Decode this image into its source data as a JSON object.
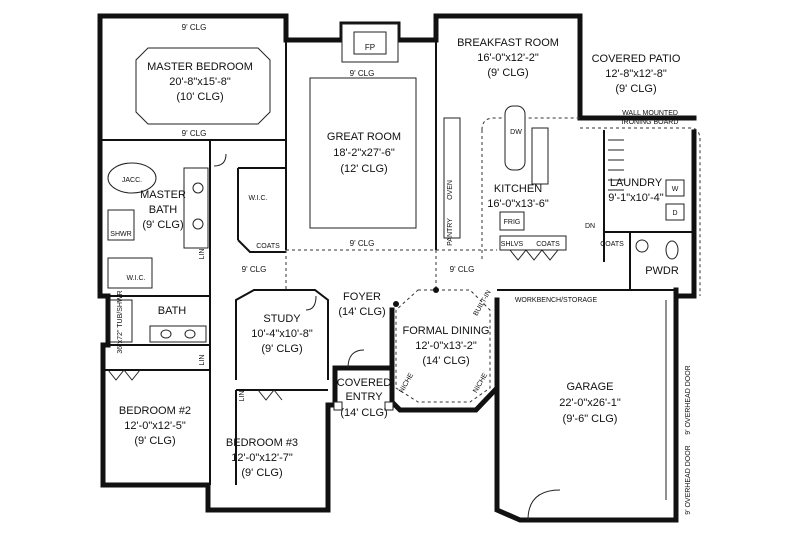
{
  "rooms": {
    "master_bedroom": {
      "name": "MASTER BEDROOM",
      "size": "20'-8\"x15'-8\"",
      "clg": "(10' CLG)"
    },
    "great_room": {
      "name": "GREAT ROOM",
      "size": "18'-2\"x27'-6\"",
      "clg": "(12' CLG)"
    },
    "breakfast_room": {
      "name": "BREAKFAST ROOM",
      "size": "16'-0\"x12'-2\"",
      "clg": "(9' CLG)"
    },
    "covered_patio": {
      "name": "COVERED PATIO",
      "size": "12'-8\"x12'-8\"",
      "clg": "(9' CLG)"
    },
    "master_bath": {
      "name": "MASTER",
      "name2": "BATH",
      "clg": "(9' CLG)"
    },
    "kitchen": {
      "name": "KITCHEN",
      "size": "16'-0\"x13'-6\""
    },
    "laundry": {
      "name": "LAUNDRY",
      "size": "9'-1\"x10'-4\""
    },
    "study": {
      "name": "STUDY",
      "size": "10'-4\"x10'-8\"",
      "clg": "(9' CLG)"
    },
    "foyer": {
      "name": "FOYER",
      "clg": "(14' CLG)"
    },
    "formal_dining": {
      "name": "FORMAL DINING",
      "size": "12'-0\"x13'-2\"",
      "clg": "(14' CLG)"
    },
    "garage": {
      "name": "GARAGE",
      "size": "22'-0\"x26'-1\"",
      "clg": "(9'-6\" CLG)"
    },
    "bedroom2": {
      "name": "BEDROOM #2",
      "size": "12'-0\"x12'-5\"",
      "clg": "(9' CLG)"
    },
    "bedroom3": {
      "name": "BEDROOM #3",
      "size": "12'-0\"x12'-7\"",
      "clg": "(9' CLG)"
    },
    "covered_entry": {
      "name": "COVERED",
      "name2": "ENTRY",
      "clg": "(14' CLG)"
    },
    "bath": {
      "name": "BATH"
    },
    "pwdr": {
      "name": "PWDR"
    }
  },
  "labels": {
    "clg9": "9' CLG",
    "fp": "FP",
    "wic": "W.I.C.",
    "coats": "COATS",
    "lin": "LIN",
    "jacc": "JACC.",
    "shwr": "SHWR",
    "tub": "36\"x72\" TUB/SHWR",
    "pantry": "PANTRY",
    "oven": "OVEN",
    "dw": "DW",
    "frig": "FRIG",
    "shlvs": "SHLVS",
    "ironing1": "WALL MOUNTED",
    "ironing2": "IRONING BOARD",
    "workbench": "WORKBENCH/STORAGE",
    "builtin": "BUILT-IN",
    "niche": "NICHE",
    "overhead_door": "9' OVERHEAD DOOR",
    "w": "W",
    "d": "D",
    "dn": "DN"
  },
  "colors": {
    "line": "#111111",
    "background": "#ffffff"
  }
}
